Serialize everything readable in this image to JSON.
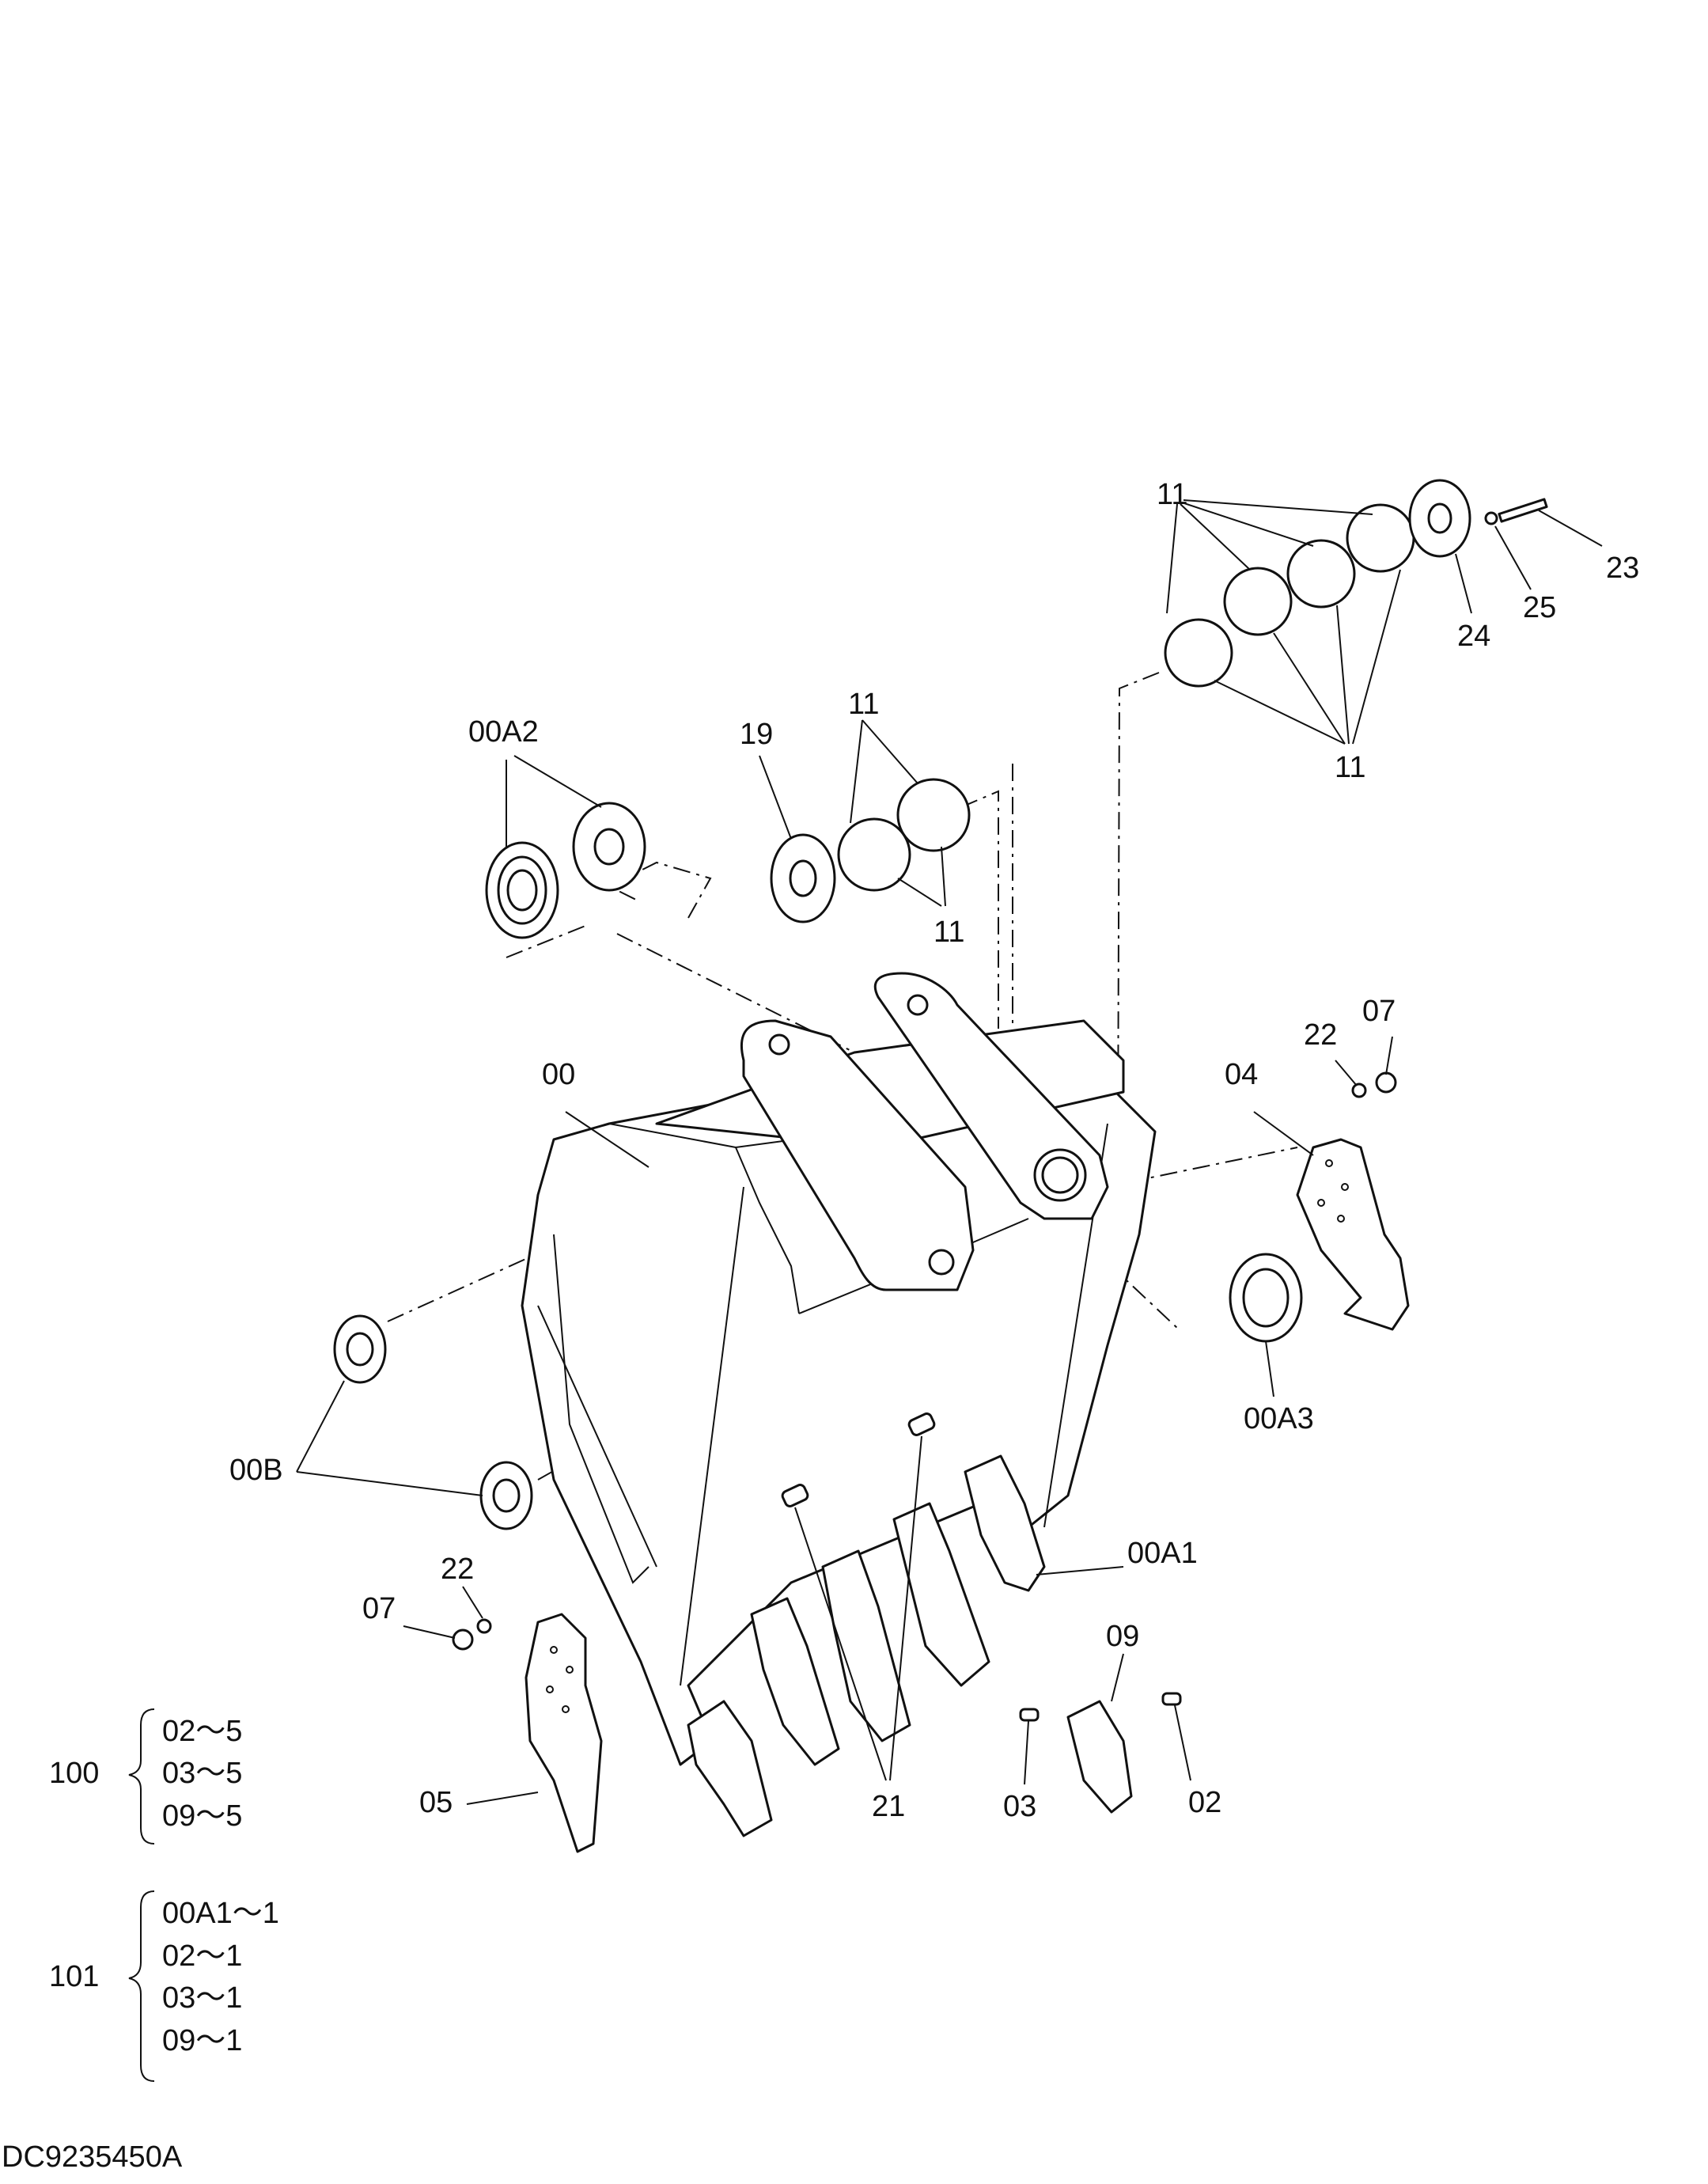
{
  "document_id": "DC9235450A",
  "callouts": {
    "c11_top": "11",
    "c11_right": "11",
    "c11_mid_top": "11",
    "c11_mid_bottom": "11",
    "c23": "23",
    "c24": "24",
    "c25": "25",
    "c00A2": "00A2",
    "c19": "19",
    "c00": "00",
    "c04": "04",
    "c22_right": "22",
    "c07_right": "07",
    "c00A3": "00A3",
    "c00B": "00B",
    "c00A1": "00A1",
    "c07_left": "07",
    "c22_left": "22",
    "c09": "09",
    "c05": "05",
    "c21": "21",
    "c03": "03",
    "c02": "02"
  },
  "kits": [
    {
      "number": "100",
      "items": [
        "02〜5",
        "03〜5",
        "09〜5"
      ]
    },
    {
      "number": "101",
      "items": [
        "00A1〜1",
        "02〜1",
        "03〜1",
        "09〜1"
      ]
    }
  ]
}
